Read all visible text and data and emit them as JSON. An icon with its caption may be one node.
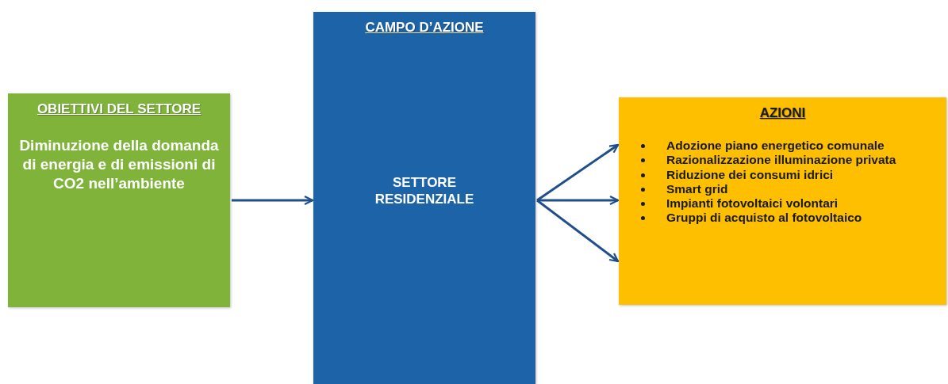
{
  "diagram": {
    "nodes": [
      {
        "text": [
          "OBIETTIVI DEL SETTORE",
          "Diminuzione della domanda di energia e di emissioni di CO2 nell’ambiente"
        ]
      },
      {
        "text": [
          "CAMPO D’AZIONE",
          "SETTORE RESIDENZIALE"
        ]
      },
      {
        "text": [
          "AZIONI",
          "Adozione piano energetico comunale",
          "Razionalizzazione illuminazione privata",
          "Riduzione dei consumi idrici",
          "Smart grid",
          "Impianti fotovoltaici volontari",
          "Gruppi di acquisto al fotovoltaico"
        ]
      }
    ],
    "edges": [
      {
        "from": 0,
        "to": 1,
        "arrow": "to"
      },
      {
        "from": 1,
        "to": 2,
        "arrow": "to"
      },
      {
        "from": 1,
        "to": 2,
        "arrow": "to"
      },
      {
        "from": 1,
        "to": 2,
        "arrow": "to"
      }
    ]
  }
}
